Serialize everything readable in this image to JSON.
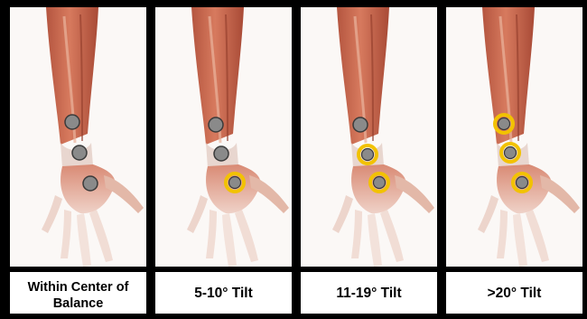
{
  "panels": [
    {
      "label": "Within Center of Balance",
      "highlighted_points": []
    },
    {
      "label": "5-10° Tilt",
      "highlighted_points": [
        "palm"
      ]
    },
    {
      "label": "11-19° Tilt",
      "highlighted_points": [
        "wrist",
        "palm"
      ]
    },
    {
      "label": ">20° Tilt",
      "highlighted_points": [
        "forearm",
        "wrist",
        "palm"
      ]
    }
  ],
  "colors": {
    "point_fill": "#8a8a8a",
    "point_stroke": "#3a3a3a",
    "highlight_ring": "#f2c200",
    "frame": "#000000"
  }
}
